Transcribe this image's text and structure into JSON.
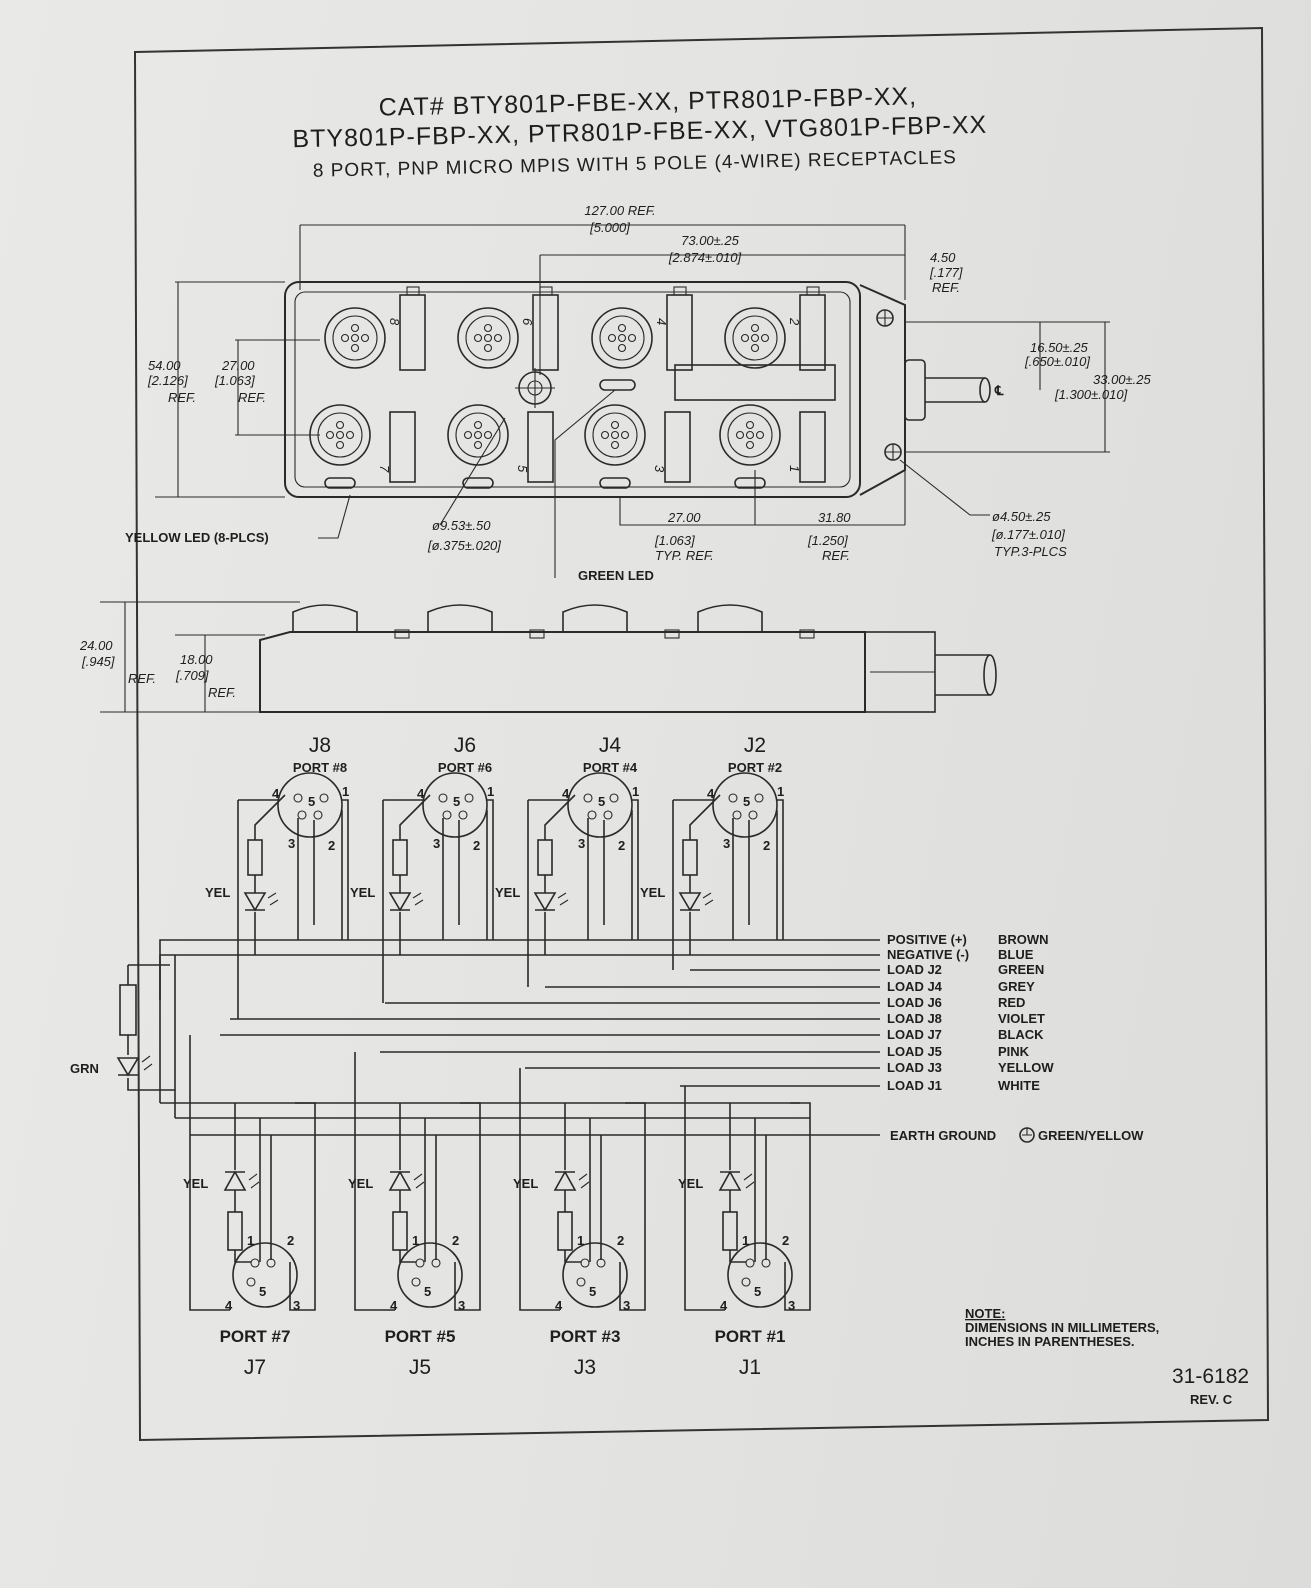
{
  "title": {
    "line1": "CAT# BTY801P-FBE-XX, PTR801P-FBP-XX,",
    "line2": "BTY801P-FBP-XX, PTR801P-FBE-XX, VTG801P-FBP-XX",
    "line3": "8 PORT, PNP MICRO MPIS WITH 5 POLE (4-WIRE) RECEPTACLES"
  },
  "top_view": {
    "overall_length": "127.00 REF.",
    "overall_length_in": "[5.000]",
    "hole_spacing": "73.00±.25",
    "hole_spacing_in": "[2.874±.010]",
    "flange": "4.50",
    "flange_in": "[.177]",
    "flange_ref": "REF.",
    "cable_center": "16.50±.25",
    "cable_center_in": "[.650±.010]",
    "hole_vertical": "33.00±.25",
    "hole_vertical_in": "[1.300±.010]",
    "width": "54.00",
    "width_in": "[2.126]",
    "width_ref": "REF.",
    "row_spacing": "27.00",
    "row_spacing_in": "[1.063]",
    "row_spacing_ref": "REF.",
    "yellow_led": "YELLOW LED (8-PLCS)",
    "receptacle_dia": "ø9.53±.50",
    "receptacle_dia_in": "[ø.375±.020]",
    "green_led": "GREEN LED",
    "port_pitch": "27.00",
    "port_pitch_in": "[1.063]",
    "port_pitch_ref": "TYP. REF.",
    "end_offset": "31.80",
    "end_offset_in": "[1.250]",
    "end_offset_ref": "REF.",
    "mount_hole": "ø4.50±.25",
    "mount_hole_in": "[ø.177±.010]",
    "mount_hole_qty": "TYP.3-PLCS",
    "port_numbers": [
      "8",
      "6",
      "4",
      "2",
      "7",
      "5",
      "3",
      "1"
    ]
  },
  "side_view": {
    "height": "24.00",
    "height_in": "[.945]",
    "height_ref": "REF.",
    "body_height": "18.00",
    "body_height_in": "[.709]",
    "body_height_ref": "REF."
  },
  "schematic": {
    "pins": [
      "1",
      "2",
      "3",
      "4",
      "5"
    ],
    "led_label": "YEL",
    "green_led_label": "GRN",
    "top_ports": [
      {
        "jack": "J8",
        "port": "PORT #8"
      },
      {
        "jack": "J6",
        "port": "PORT #6"
      },
      {
        "jack": "J4",
        "port": "PORT #4"
      },
      {
        "jack": "J2",
        "port": "PORT #2"
      }
    ],
    "bottom_ports": [
      {
        "jack": "J7",
        "port": "PORT #7"
      },
      {
        "jack": "J5",
        "port": "PORT #5"
      },
      {
        "jack": "J3",
        "port": "PORT #3"
      },
      {
        "jack": "J1",
        "port": "PORT #1"
      }
    ],
    "wires": [
      {
        "signal": "POSITIVE (+)",
        "color": "BROWN"
      },
      {
        "signal": "NEGATIVE (-)",
        "color": "BLUE"
      },
      {
        "signal": "LOAD J2",
        "color": "GREEN"
      },
      {
        "signal": "LOAD J4",
        "color": "GREY"
      },
      {
        "signal": "LOAD J6",
        "color": "RED"
      },
      {
        "signal": "LOAD J8",
        "color": "VIOLET"
      },
      {
        "signal": "LOAD J7",
        "color": "BLACK"
      },
      {
        "signal": "LOAD J5",
        "color": "PINK"
      },
      {
        "signal": "LOAD J3",
        "color": "YELLOW"
      },
      {
        "signal": "LOAD J1",
        "color": "WHITE"
      }
    ],
    "earth": {
      "signal": "EARTH GROUND",
      "color": "GREEN/YELLOW"
    }
  },
  "note": {
    "heading": "NOTE:",
    "line1": "DIMENSIONS IN MILLIMETERS,",
    "line2": "INCHES IN PARENTHESES."
  },
  "drawing_number": "31-6182",
  "revision": "REV. C"
}
